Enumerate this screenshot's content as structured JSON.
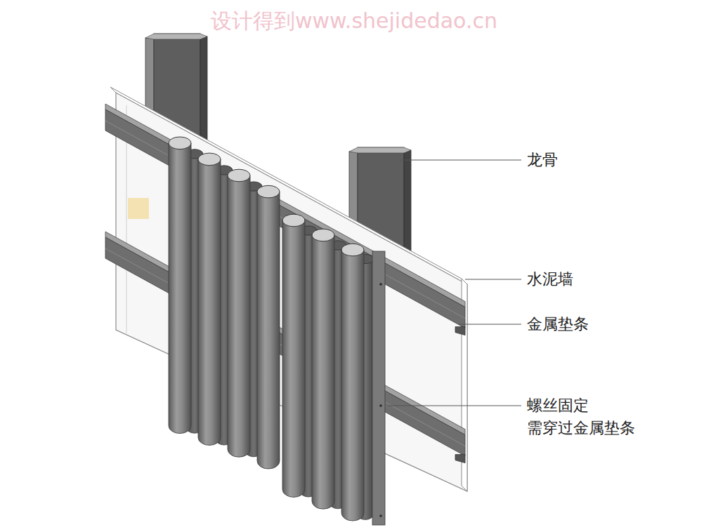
{
  "diagram": {
    "labels": [
      "设计得到www.shejidedao.cn",
      "龙骨",
      "水泥墙",
      "金属垫条",
      "螺丝固定 需穿过金属垫条"
    ]
  }
}
